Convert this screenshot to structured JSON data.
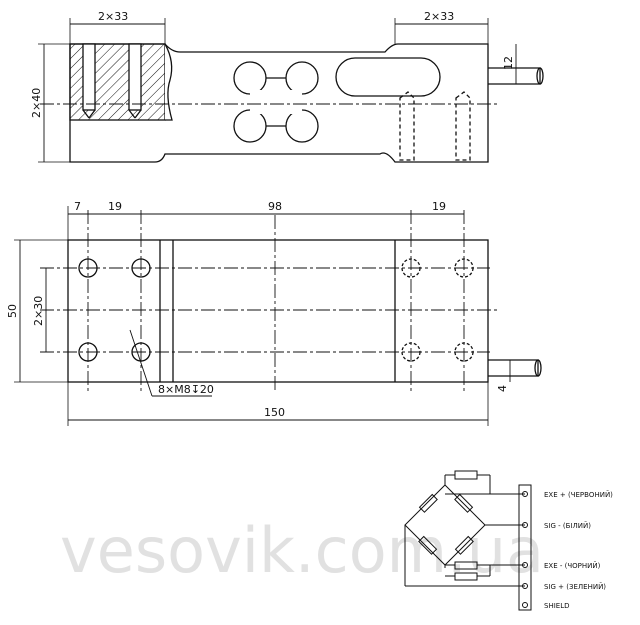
{
  "top_view": {
    "dim_left_pitch": "2×33",
    "dim_right_pitch": "2×33",
    "dim_height": "2×40",
    "dim_cable": "12"
  },
  "plan_view": {
    "dim_edge": "7",
    "dim_pitch_left": "19",
    "dim_center": "98",
    "dim_pitch_right": "19",
    "dim_width": "50",
    "dim_hole_spacing": "2×30",
    "dim_length": "150",
    "thread_label": "8×M8↧20",
    "dim_cable": "4"
  },
  "wiring": {
    "terminals": [
      "EXE + (ЧЕРВОНИЙ)",
      "SIG - (БІЛИЙ)",
      "EXE - (ЧОРНИЙ)",
      "SIG + (ЗЕЛЕНИЙ)",
      "SHIELD"
    ]
  },
  "watermark": "vesovik.com.ua"
}
